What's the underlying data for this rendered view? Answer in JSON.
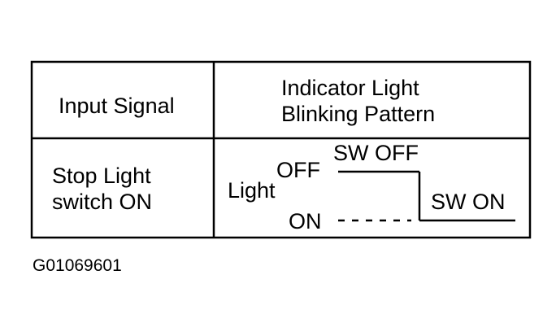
{
  "table": {
    "header_input": "Input Signal",
    "header_pattern_line1": "Indicator Light",
    "header_pattern_line2": "Blinking Pattern",
    "row_input_line1": "Stop Light",
    "row_input_line2": "switch ON"
  },
  "waveform": {
    "axis_label": "Light",
    "level_high": "OFF",
    "level_low": "ON",
    "state_before": "SW OFF",
    "state_after": "SW ON"
  },
  "figure_id": "G01069601",
  "colors": {
    "ink": "#000000",
    "background": "#ffffff"
  }
}
